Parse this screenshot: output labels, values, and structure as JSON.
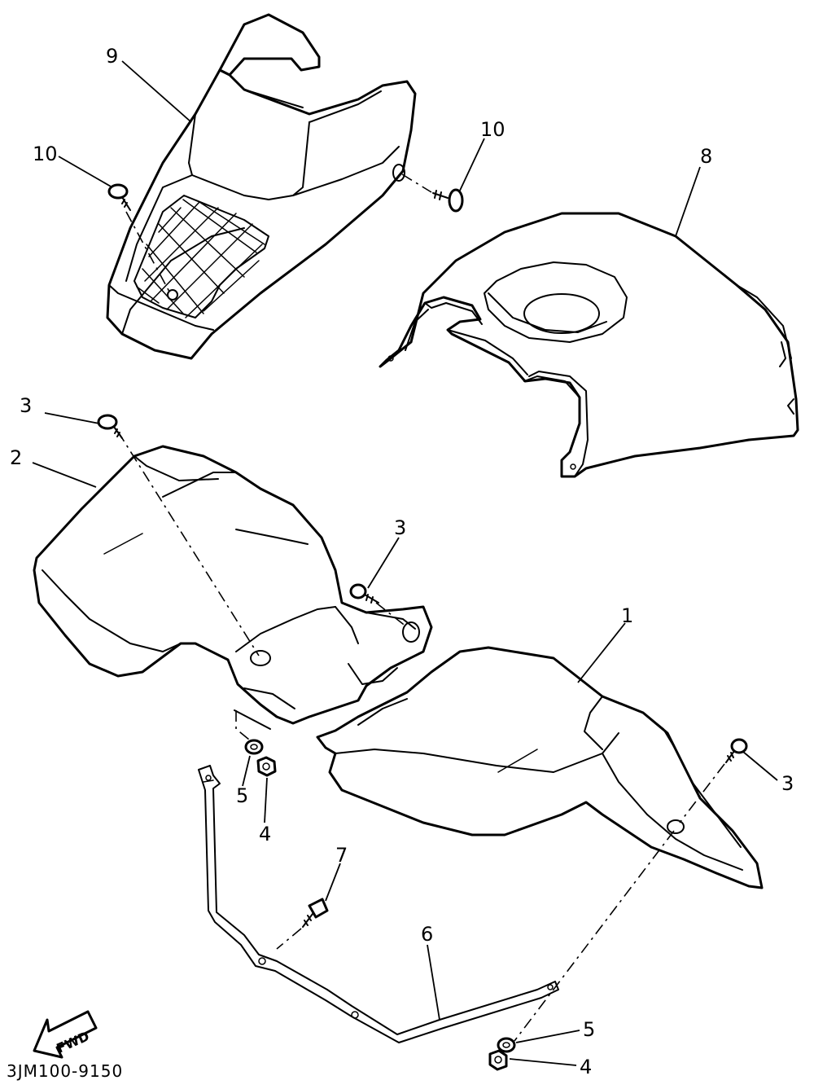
{
  "diagram_code": "3JM100-9150",
  "fwd_label": "FWD",
  "callouts": {
    "c9": "9",
    "c10a": "10",
    "c10b": "10",
    "c8": "8",
    "c3a": "3",
    "c2": "2",
    "c3b": "3",
    "c1": "1",
    "c3c": "3",
    "c5a": "5",
    "c4a": "4",
    "c7": "7",
    "c6": "6",
    "c5b": "5",
    "c4b": "4"
  }
}
